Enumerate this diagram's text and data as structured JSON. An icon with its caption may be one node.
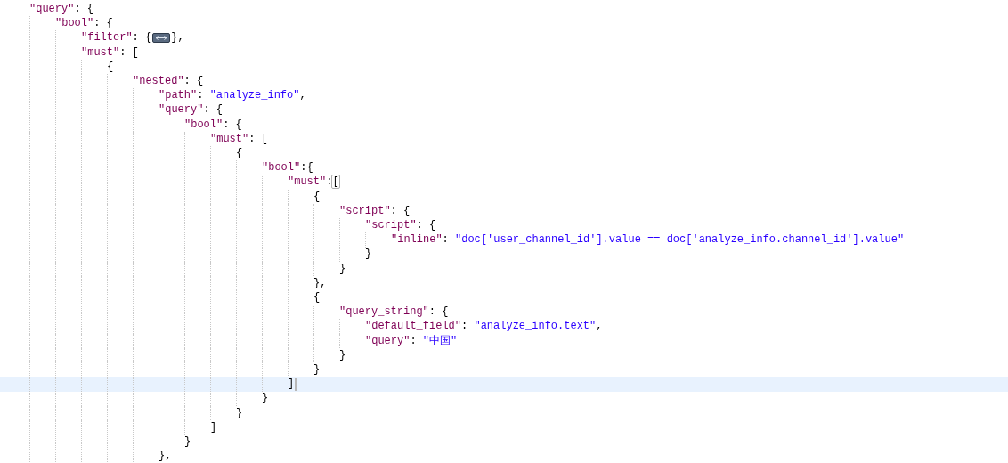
{
  "diagram": {
    "labels": [
      "\"query\": {",
      "\"bool\": {",
      "\"filter\": {",
      "},",
      "\"must\": [",
      "{",
      "\"nested\": {",
      "\"path\": \"analyze_info\",",
      "\"query\": {",
      "\"bool\": {",
      "\"must\": [",
      "{",
      "\"bool\":{",
      "\"must\":[",
      "{",
      "\"script\": {",
      "\"script\": {",
      "\"inline\": \"doc['user_channel_id'].value == doc['analyze_info.channel_id'].value\"",
      "}",
      "}",
      "},",
      "{",
      "\"query_string\": {",
      "\"default_field\": \"analyze_info.text\",",
      "\"query\": \"中国\"",
      "}",
      "}",
      "]",
      "}",
      "}",
      "]",
      "}",
      "},"
    ]
  }
}
